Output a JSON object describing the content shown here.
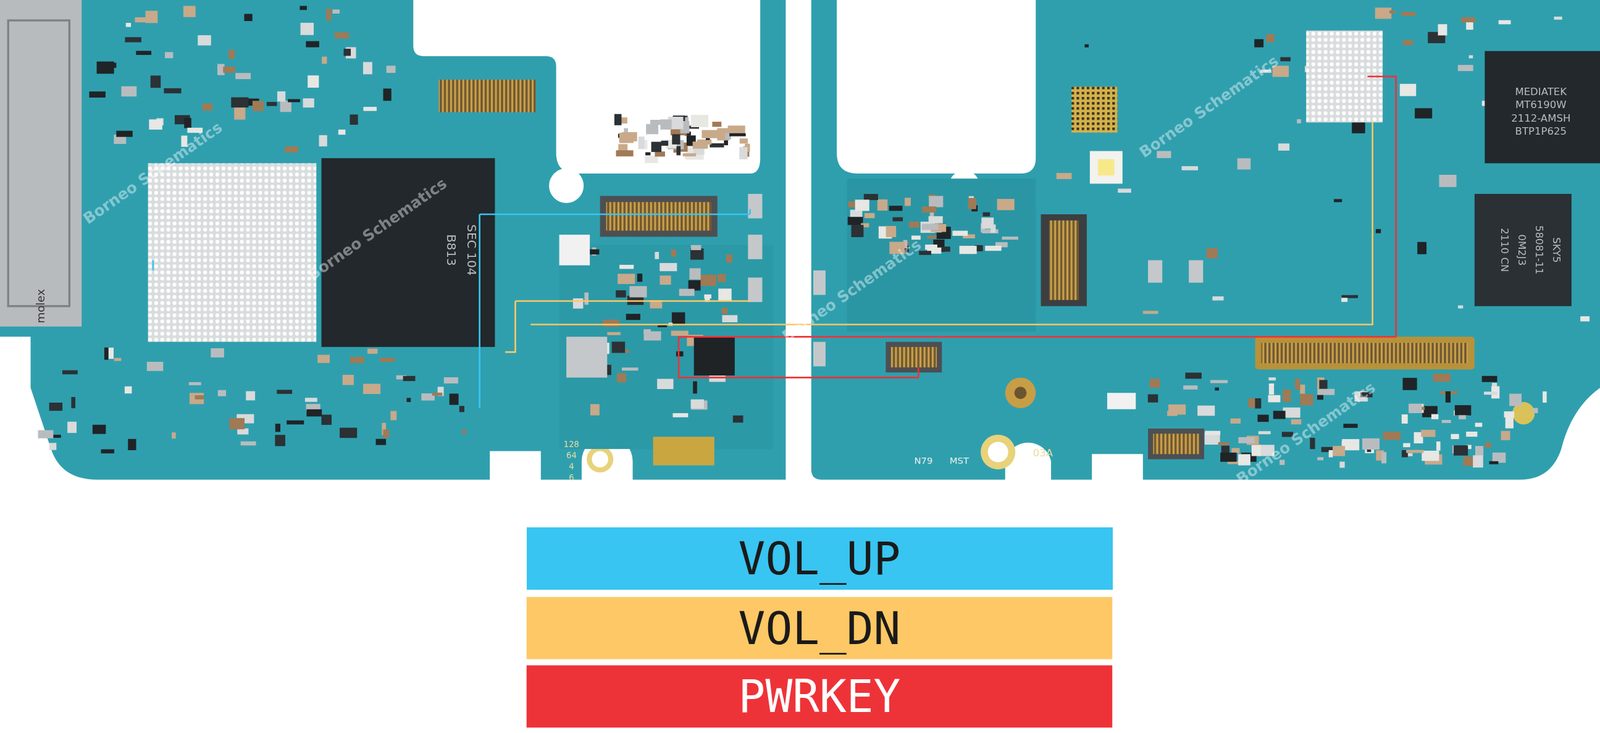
{
  "diagram": {
    "labels": [
      "molex",
      "SEC 104",
      "B813",
      "MEDIATEK",
      "MT6190W",
      "2112-AMSH",
      "BTP1P625",
      "SKY5",
      "58081-11",
      "0M2J3",
      "2110 CN",
      "128",
      "64",
      "4",
      "6",
      "N79",
      "MST",
      "03A",
      "Borneo Schematics",
      "Borneo Schematics",
      "Borneo Schematics",
      "Borneo Schematics",
      "Borneo Schematics"
    ],
    "legend": [
      {
        "text": "VOL_UP",
        "color": "#38c5f1"
      },
      {
        "text": "VOL_DN",
        "color": "#fdc865"
      },
      {
        "text": "PWRKEY",
        "color": "#ee3338"
      }
    ]
  }
}
